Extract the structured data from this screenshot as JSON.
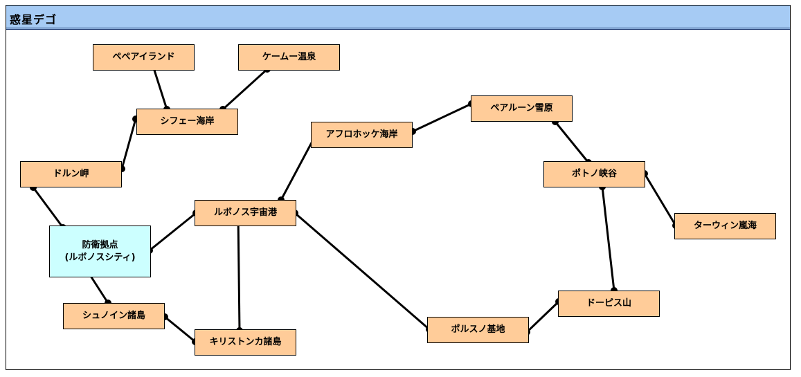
{
  "title": "惑星デゴ",
  "colors": {
    "header": "#a6cbf4",
    "location": "#ffcc99",
    "base": "#ccffff",
    "line": "#000000"
  },
  "locations": {
    "pepe": "ペペアイランド",
    "kemu": "ケームー温泉",
    "shife": "シフェー海岸",
    "dorun": "ドルン岬",
    "base_line1": "防衛拠点",
    "base_line2": "(ルボノスシティ)",
    "shuno": "シュノイン諸島",
    "kiris": "キリストンカ諸島",
    "rubono": "ルボノス宇宙港",
    "afuro": "アフロホッケ海岸",
    "pearun": "ペアルーン雪原",
    "poto": "ポトノ峡谷",
    "tawin": "ターウィン嵐海",
    "dopis": "ドーピス山",
    "porusu": "ポルスノ基地"
  },
  "routes": [
    [
      "pepe",
      "shife"
    ],
    [
      "kemu",
      "shife"
    ],
    [
      "shife",
      "dorun"
    ],
    [
      "dorun",
      "base"
    ],
    [
      "base",
      "rubono"
    ],
    [
      "base",
      "shuno"
    ],
    [
      "shuno",
      "kiris"
    ],
    [
      "rubono",
      "kiris"
    ],
    [
      "rubono",
      "afuro"
    ],
    [
      "rubono",
      "porusu"
    ],
    [
      "afuro",
      "pearun"
    ],
    [
      "pearun",
      "poto"
    ],
    [
      "poto",
      "tawin"
    ],
    [
      "poto",
      "dopis"
    ],
    [
      "dopis",
      "porusu"
    ]
  ]
}
